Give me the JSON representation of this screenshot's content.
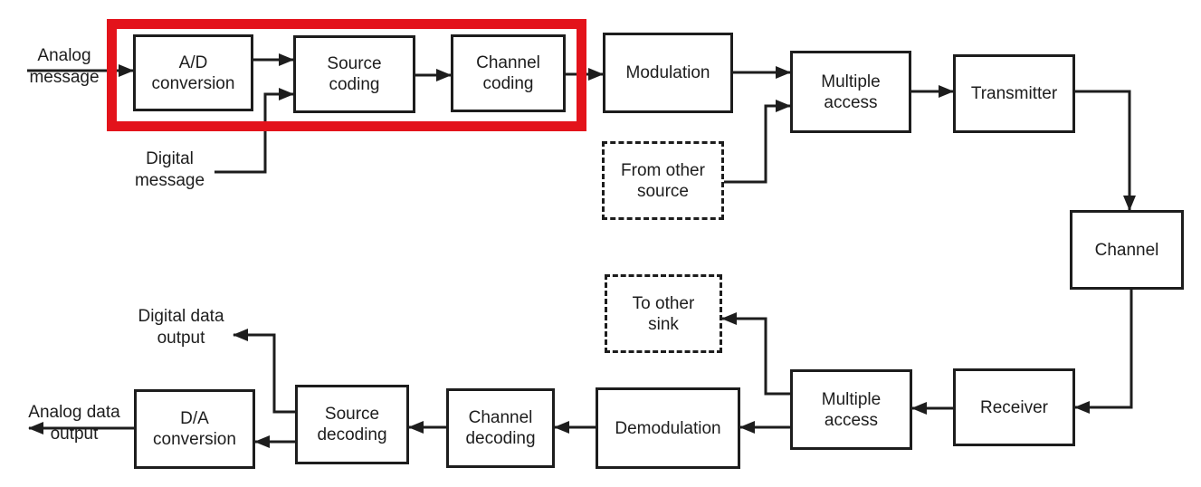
{
  "diagram": {
    "nodes": {
      "ad_conversion": {
        "label": "A/D\nconversion",
        "shape": "solid"
      },
      "source_coding": {
        "label": "Source\ncoding",
        "shape": "solid"
      },
      "channel_coding": {
        "label": "Channel\ncoding",
        "shape": "solid"
      },
      "modulation": {
        "label": "Modulation",
        "shape": "solid"
      },
      "multiple_access_tx": {
        "label": "Multiple\naccess",
        "shape": "solid"
      },
      "transmitter": {
        "label": "Transmitter",
        "shape": "solid"
      },
      "channel": {
        "label": "Channel",
        "shape": "solid"
      },
      "receiver": {
        "label": "Receiver",
        "shape": "solid"
      },
      "multiple_access_rx": {
        "label": "Multiple\naccess",
        "shape": "solid"
      },
      "demodulation": {
        "label": "Demodulation",
        "shape": "solid"
      },
      "channel_decoding": {
        "label": "Channel\ndecoding",
        "shape": "solid"
      },
      "source_decoding": {
        "label": "Source\ndecoding",
        "shape": "solid"
      },
      "da_conversion": {
        "label": "D/A\nconversion",
        "shape": "solid"
      },
      "from_other_source": {
        "label": "From other\nsource",
        "shape": "dashed"
      },
      "to_other_sink": {
        "label": "To other\nsink",
        "shape": "dashed"
      }
    },
    "labels": {
      "analog_message": "Analog\nmessage",
      "digital_message": "Digital\nmessage",
      "digital_data_output": "Digital data\noutput",
      "analog_data_output": "Analog data\noutput"
    },
    "colors": {
      "line": "#1d1d1d",
      "highlight": "#e3131b",
      "background": "#ffffff"
    }
  }
}
